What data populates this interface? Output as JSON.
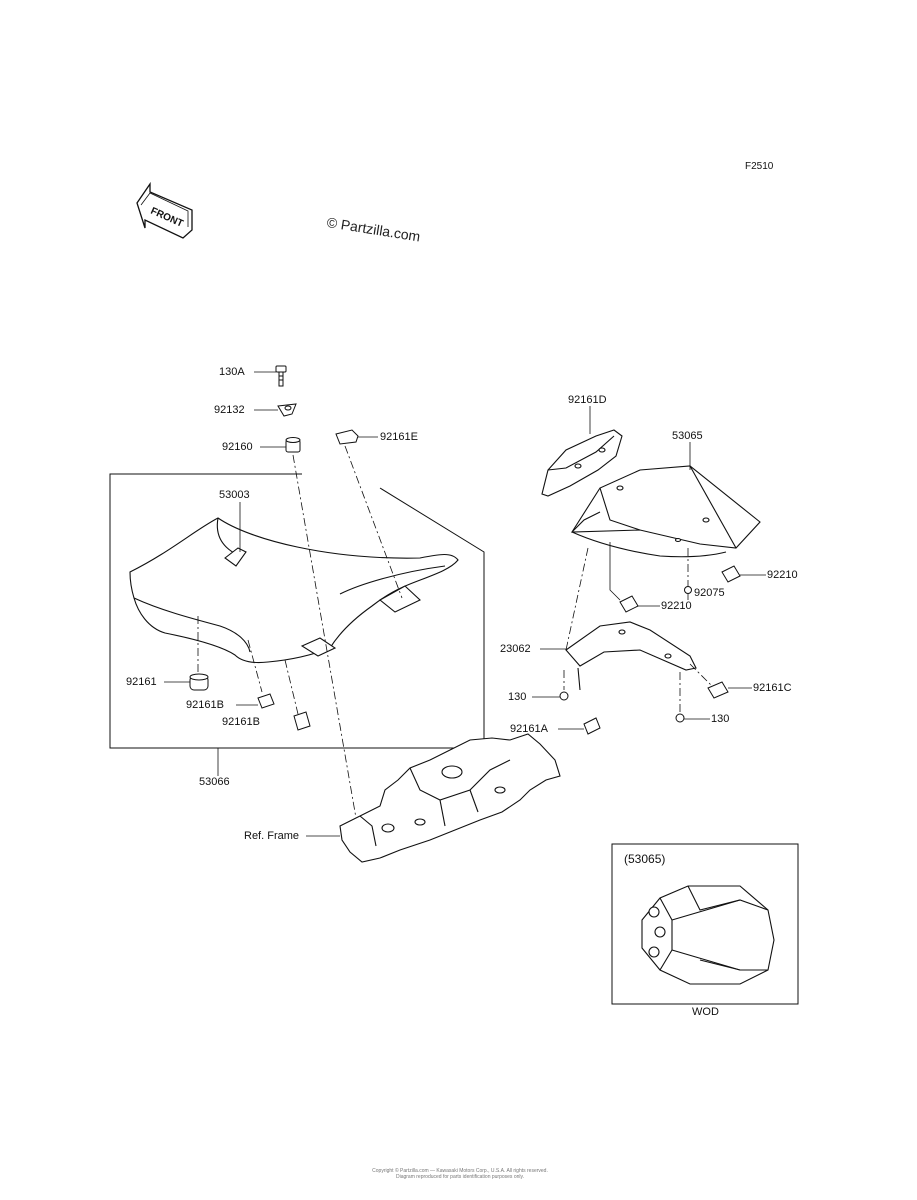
{
  "figure": {
    "code": "F2510",
    "watermark": "© Partzilla.com",
    "front_badge": "FRONT"
  },
  "parts": {
    "p130a": "130A",
    "p92132": "92132",
    "p92160": "92160",
    "p92161e": "92161E",
    "p53003": "53003",
    "p92161": "92161",
    "p92161b": "92161B",
    "p92161b2": "92161B",
    "p53066": "53066",
    "p_ref_frame": "Ref. Frame",
    "p92161d": "92161D",
    "p53065": "53065",
    "p92210a": "92210",
    "p92210b": "92210",
    "p92075": "92075",
    "p23062": "23062",
    "p130_left": "130",
    "p92161c": "92161C",
    "p92161a": "92161A",
    "p130_right": "130"
  },
  "inset": {
    "label": "(53065)",
    "caption": "WOD"
  },
  "footer": {
    "line1": "Copyright © Partzilla.com — Kawasaki Motors Corp., U.S.A. All rights reserved.",
    "line2": "Diagram reproduced for parts identification purposes only."
  }
}
